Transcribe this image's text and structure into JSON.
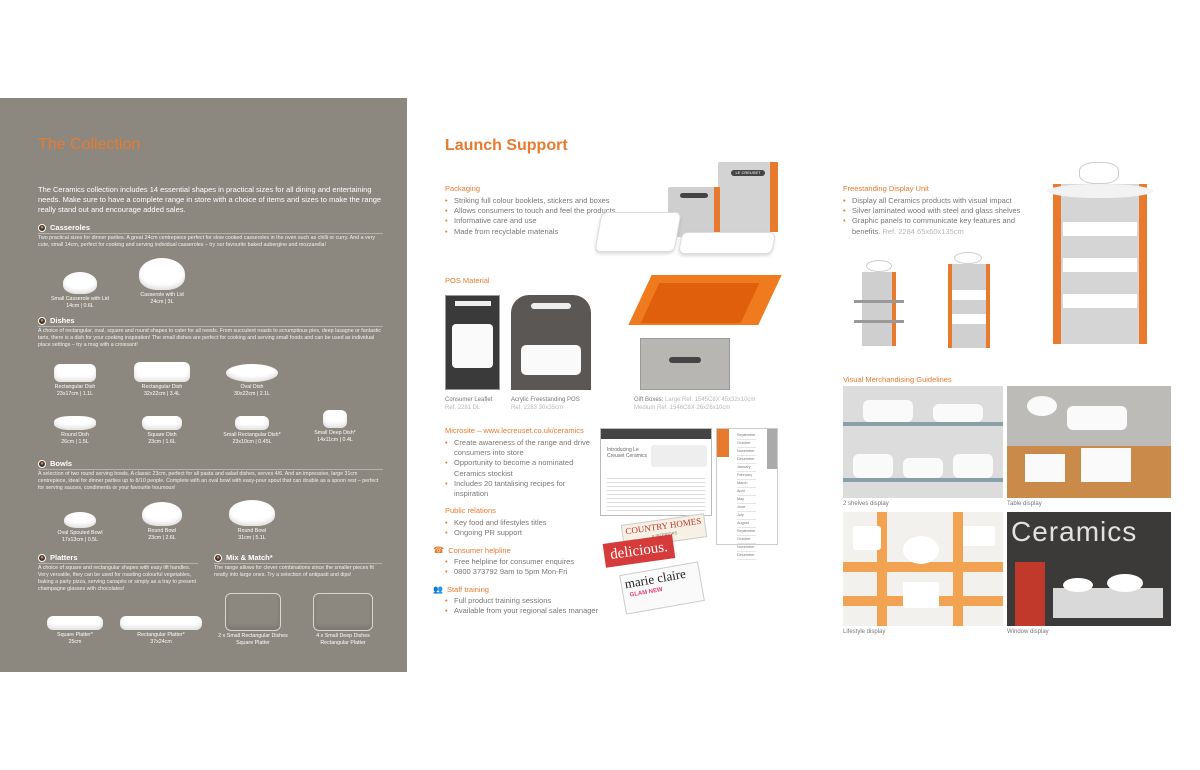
{
  "left": {
    "title": "The Collection",
    "intro": "The Ceramics collection includes 14 essential shapes in practical sizes for all dining and entertaining needs. Make sure to have a complete range in store with a choice of items and sizes to make the range really stand out and encourage added sales.",
    "casseroles": {
      "heading": "Casseroles",
      "desc": "Two practical sizes for dinner parties. A great 24cm centrepiece perfect for slow cooked casseroles in the oven such as chilli or curry. And a very cute, small 14cm, perfect for cooking and serving individual casseroles – try our favourite baked aubergine and mozzarella!",
      "items": [
        {
          "name": "Small Casserole with Lid",
          "spec": "14cm | 0.6L"
        },
        {
          "name": "Casserole with Lid",
          "spec": "24cm | 3L"
        }
      ]
    },
    "dishes": {
      "heading": "Dishes",
      "desc": "A choice of rectangular, oval, square and round shapes to cater for all needs. From succulent roasts to scrumptious pies, deep lasagne or fantastic tarts, there is a dish for your cooking inspiration! The small dishes are perfect for cooking and serving small foods and can be used as individual place settings – try a mug with a croissant!",
      "items": [
        {
          "name": "Rectangular Dish",
          "spec": "23x17cm | 1.1L"
        },
        {
          "name": "Rectangular Dish",
          "spec": "32x22cm | 3.4L"
        },
        {
          "name": "Oval Dish",
          "spec": "30x22cm | 2.1L"
        },
        {
          "name": "Round Dish",
          "spec": "26cm | 1.5L"
        },
        {
          "name": "Square Dish",
          "spec": "23cm | 1.6L"
        },
        {
          "name": "Small Rectangular Dish*",
          "spec": "23x10cm | 0.45L"
        },
        {
          "name": "Small Deep Dish*",
          "spec": "14x11cm | 0.4L"
        }
      ]
    },
    "bowls": {
      "heading": "Bowls",
      "desc": "A selection of two round serving bowls. A classic 23cm, perfect for all pasta and salad dishes, serves 4/6. And an impressive, large 31cm centrepiece, ideal for dinner parties up to 8/10 people. Complete with an oval bowl with easy-pour spout that can double as a spoon rest – perfect for serving sauces, condiments or your favourite houmous!",
      "items": [
        {
          "name": "Oval Spouted Bowl",
          "spec": "17x13cm | 0.5L"
        },
        {
          "name": "Round Bowl",
          "spec": "23cm | 2.6L"
        },
        {
          "name": "Round Bowl",
          "spec": "31cm | 5.1L"
        }
      ]
    },
    "platters": {
      "heading": "Platters",
      "desc": "A choice of square and rectangular shapes with easy lift handles. Very versatile, they can be used for roasting colourful vegetables, baking a party pizza, serving canapés or simply as a tray to present champagne glasses with chocolates!",
      "items": [
        {
          "name": "Square Platter*",
          "spec": "25cm"
        },
        {
          "name": "Rectangular Platter*",
          "spec": "37x24cm"
        }
      ]
    },
    "mix": {
      "heading": "Mix & Match*",
      "desc": "The range allows for clever combinations since the smaller pieces fit neatly into large ones. Try a selection of antipasti and dips!",
      "items": [
        {
          "name": "2 x Small Rectangular Dishes",
          "spec": "Square Platter"
        },
        {
          "name": "4 x Small Deep Dishes",
          "spec": "Rectangular Platter"
        }
      ]
    }
  },
  "middle": {
    "title": "Launch Support",
    "packaging": {
      "heading": "Packaging",
      "bullets": [
        "Striking full colour booklets, stickers and boxes",
        "Allows consumers to touch and feel the products",
        "Informative care and use",
        "Made from recyclable materials"
      ],
      "brand": "LE CREUSET"
    },
    "pos": {
      "heading": "POS Material",
      "items": [
        {
          "name": "Consumer Leaflet",
          "ref": "Ref. 2281 DL"
        },
        {
          "name": "Acrylic Freestanding POS",
          "ref": "Ref. 2283 30x35cm"
        },
        {
          "name": "Gift Boxes:",
          "ref": "Large Ref. 1545C8X 45x32x10cm"
        },
        {
          "name": "",
          "ref": "Medium Ref. 1546C8X 26x26x10cm"
        }
      ]
    },
    "microsite": {
      "heading": "Microsite – www.lecreuset.co.uk/ceramics",
      "bullets": [
        "Create awareness of the range and drive consumers into store",
        "Opportunity to become a nominated Ceramics stockist",
        "Includes 20 tantalising recipes for inspiration"
      ],
      "screen_title": "Introducing Le Creuset Ceramics",
      "months": [
        "September",
        "October",
        "November",
        "December",
        "January",
        "February",
        "March",
        "April",
        "May",
        "June",
        "July",
        "August",
        "September",
        "October",
        "November",
        "December"
      ]
    },
    "pr": {
      "heading": "Public relations",
      "bullets": [
        "Key food and lifestyles titles",
        "Ongoing PR support"
      ],
      "mag1": "COUNTRY HOMES",
      "mag1_sub": "& INTERIORS",
      "mag2": "delicious.",
      "mag3": "marie claire",
      "mag3_sub": "GLAM NEW"
    },
    "helpline": {
      "heading": "Consumer helpline",
      "bullets": [
        "Free helpline for consumer enquires",
        "0800 373792 9am to 5pm Mon-Fri"
      ]
    },
    "staff": {
      "heading": "Staff training",
      "bullets": [
        "Full product training sessions",
        "Available from your regional sales manager"
      ]
    }
  },
  "right": {
    "freestanding": {
      "heading": "Freestanding Display Unit",
      "bullets": [
        "Display all Ceramics products with visual impact",
        "Silver laminated wood with steel and glass shelves",
        "Graphic panels to communicate key features and benefits."
      ],
      "ref": "Ref. 2284 65x60x135cm"
    },
    "vm": {
      "heading": "Visual Merchandising Guidelines",
      "photos": [
        "2 shelves display",
        "Table display",
        "Lifestyle display",
        "Window display"
      ],
      "window_text": "Ceramics"
    }
  },
  "colors": {
    "accent": "#e87a2e",
    "panel": "#8c877f",
    "text": "#777777"
  }
}
